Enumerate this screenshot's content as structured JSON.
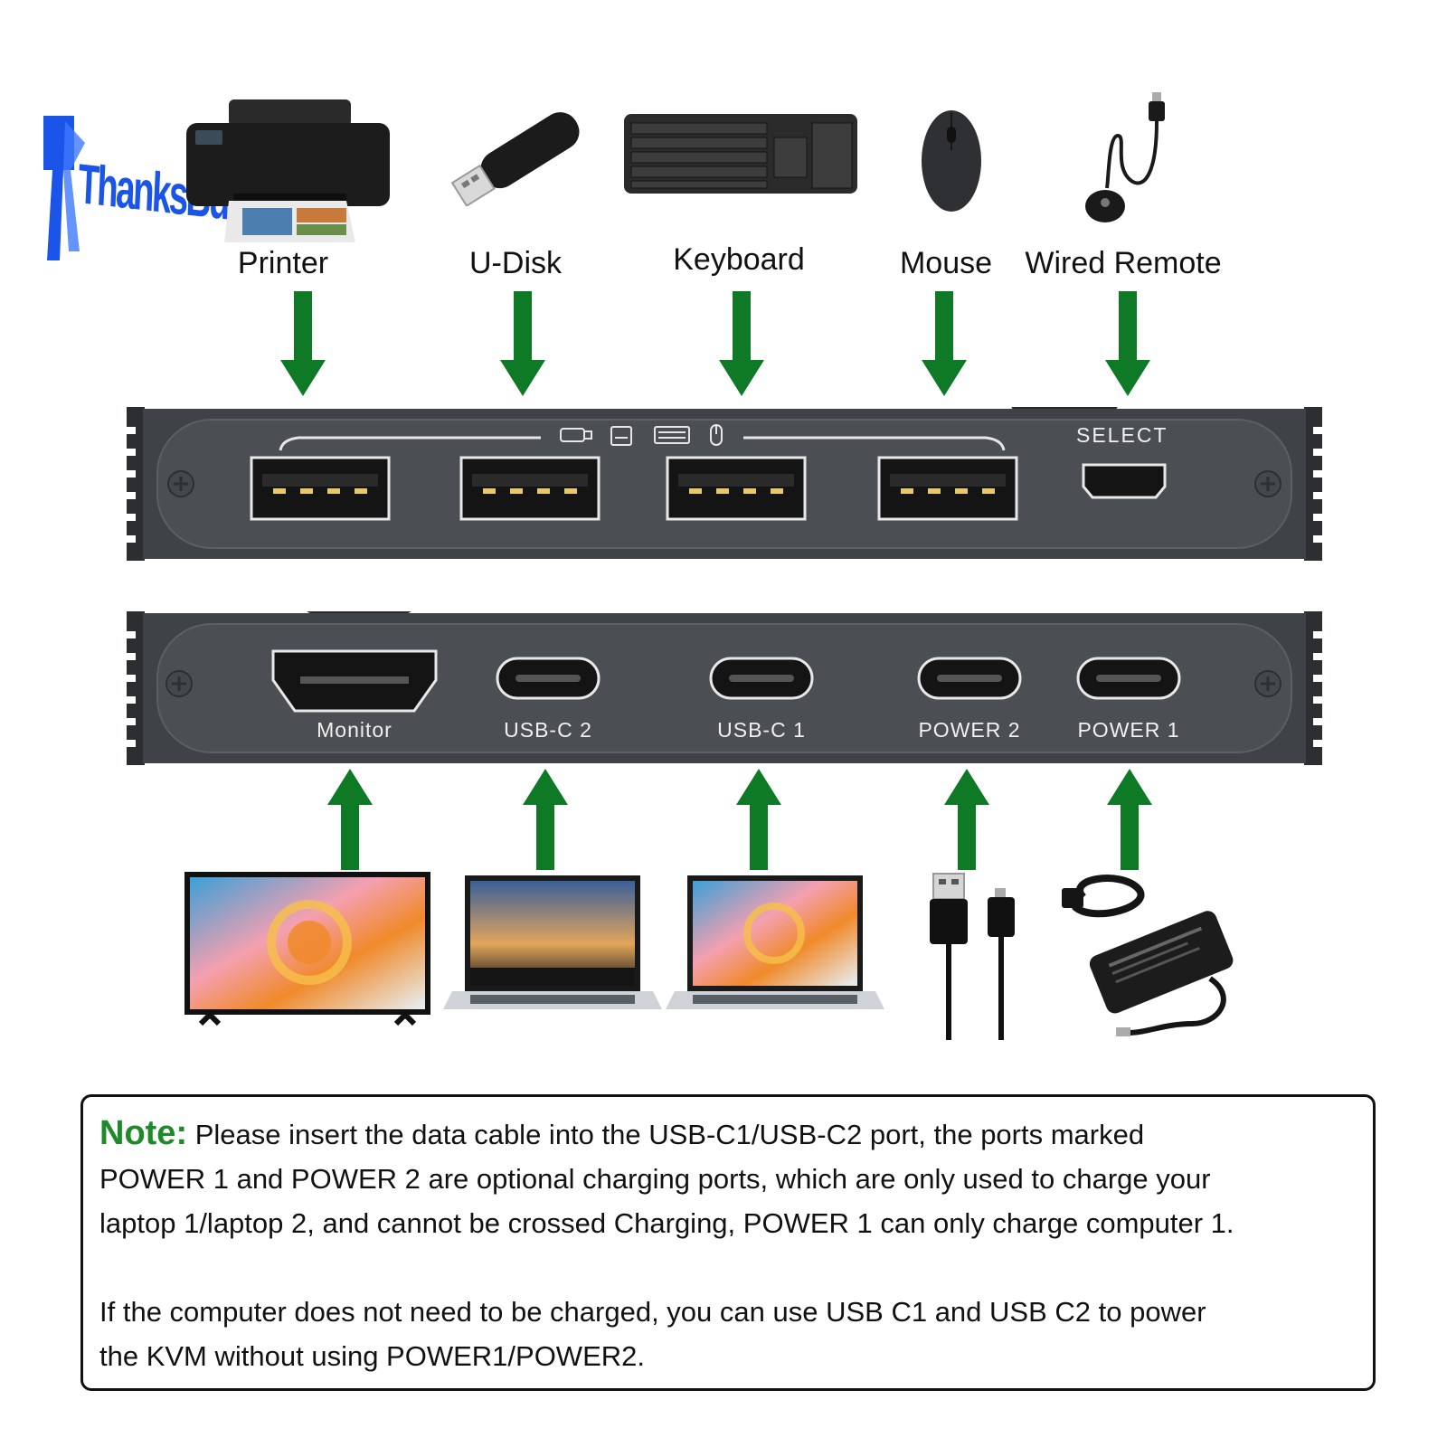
{
  "brand": {
    "name": "ThanksBuyer",
    "color": "#1a54e8"
  },
  "colors": {
    "arrow": "#0e7a26",
    "panel": "#4a4d52",
    "panel_dark": "#2e3034",
    "note_head": "#1f8a2a"
  },
  "top_devices": [
    {
      "label": "Printer",
      "icon": "printer-icon"
    },
    {
      "label": "U-Disk",
      "icon": "usb-flash-drive-icon"
    },
    {
      "label": "Keyboard",
      "icon": "keyboard-icon"
    },
    {
      "label": "Mouse",
      "icon": "mouse-icon"
    },
    {
      "label": "Wired Remote",
      "icon": "wired-remote-icon"
    }
  ],
  "top_panel": {
    "port_icons": [
      "usb-drive-glyph",
      "printer-glyph",
      "keyboard-glyph",
      "mouse-glyph"
    ],
    "select_label": "SELECT"
  },
  "bottom_panel": {
    "ports": [
      {
        "label": "Monitor",
        "type": "HDMI"
      },
      {
        "label": "USB-C 2",
        "type": "USB-C"
      },
      {
        "label": "USB-C 1",
        "type": "USB-C"
      },
      {
        "label": "POWER 2",
        "type": "USB-C"
      },
      {
        "label": "POWER 1",
        "type": "USB-C"
      }
    ]
  },
  "bottom_devices": [
    {
      "icon": "tv-monitor-icon"
    },
    {
      "icon": "laptop-icon"
    },
    {
      "icon": "laptop-icon"
    },
    {
      "icon": "usb-cable-icon"
    },
    {
      "icon": "power-adapter-icon"
    }
  ],
  "note": {
    "heading": "Note:",
    "line1": "Please insert the data cable into the USB-C1/USB-C2 port, the ports marked",
    "line2": "POWER 1 and POWER 2 are optional charging ports, which are only used to charge your",
    "line3": "laptop 1/laptop 2, and cannot be crossed Charging, POWER 1 can only charge computer 1.",
    "line4": "If the computer does not need to be charged, you can use USB C1 and USB C2 to power",
    "line5": "the KVM without using POWER1/POWER2."
  }
}
